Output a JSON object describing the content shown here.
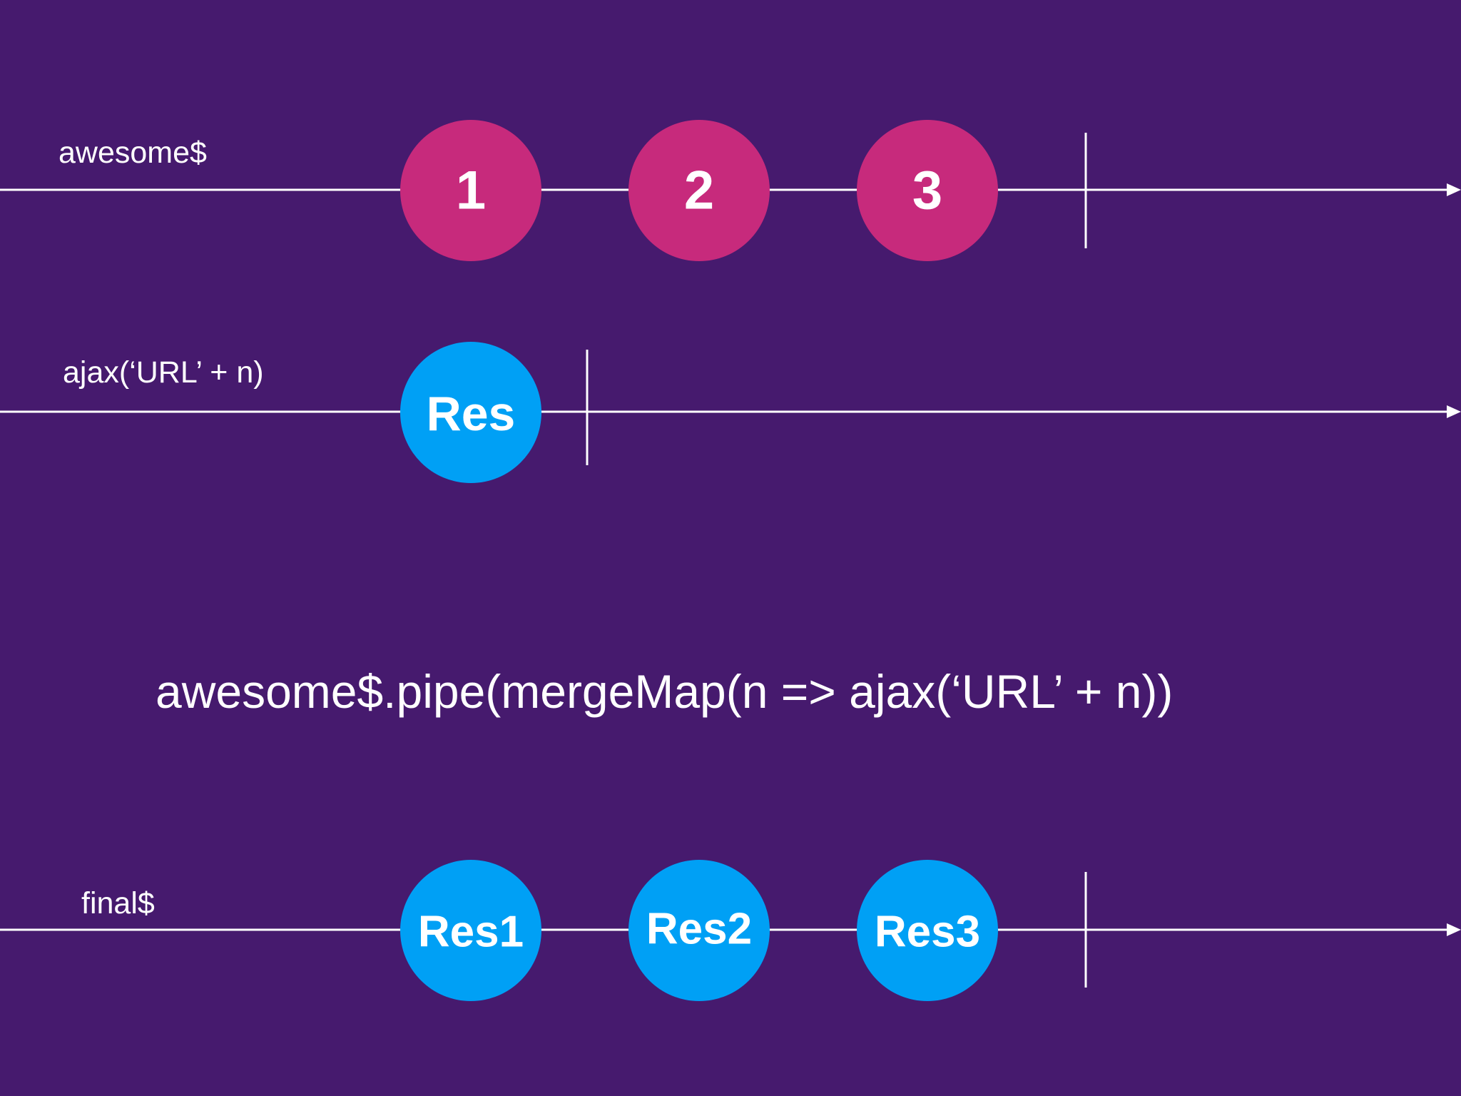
{
  "colors": {
    "background": "#461a6e",
    "line": "#ffffff",
    "source_marble": "#c72a7c",
    "result_marble": "#00a0f5",
    "text": "#ffffff"
  },
  "streams": [
    {
      "label": "awesome$",
      "marble_color": "source",
      "marbles": [
        "1",
        "2",
        "3"
      ]
    },
    {
      "label": "ajax(‘URL’ + n)",
      "marble_color": "result",
      "marbles": [
        "Res"
      ]
    },
    {
      "label": "final$",
      "marble_color": "result",
      "marbles": [
        "Res1",
        "Res2",
        "Res3"
      ]
    }
  ],
  "code": "awesome$.pipe(mergeMap(n => ajax(‘URL’ + n))"
}
